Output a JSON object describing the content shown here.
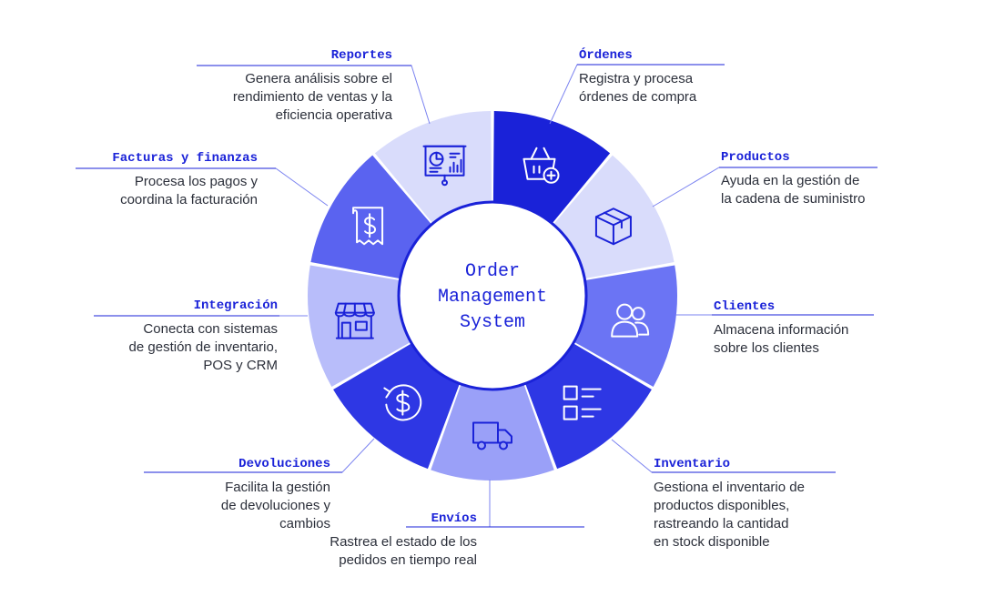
{
  "center": {
    "lines": [
      "Order",
      "Management",
      "System"
    ]
  },
  "modules": [
    {
      "id": "ordenes",
      "title": "Órdenes",
      "desc": [
        "Registra y procesa",
        "órdenes de compra"
      ],
      "color": "#1a22d8",
      "icon": "basket-add-icon"
    },
    {
      "id": "productos",
      "title": "Productos",
      "desc": [
        "Ayuda en la gestión de",
        "la cadena de suministro"
      ],
      "color": "#d9dcfb",
      "icon": "box-icon"
    },
    {
      "id": "clientes",
      "title": "Clientes",
      "desc": [
        "Almacena información",
        "sobre los clientes"
      ],
      "color": "#6b74f4",
      "icon": "users-icon"
    },
    {
      "id": "inventario",
      "title": "Inventario",
      "desc": [
        "Gestiona el inventario de",
        "productos disponibles,",
        "rastreando la cantidad",
        "en stock disponible"
      ],
      "color": "#2e37e4",
      "icon": "checklist-icon"
    },
    {
      "id": "envios",
      "title": "Envíos",
      "desc": [
        "Rastrea el estado de los",
        "pedidos en tiempo real"
      ],
      "color": "#9aa0f8",
      "icon": "truck-icon"
    },
    {
      "id": "devoluciones",
      "title": "Devoluciones",
      "desc": [
        "Facilita la gestión",
        "de devoluciones y",
        "cambios"
      ],
      "color": "#2e37e4",
      "icon": "refund-dollar-icon"
    },
    {
      "id": "integracion",
      "title": "Integración",
      "desc": [
        "Conecta con sistemas",
        "de gestión de inventario,",
        "POS y CRM"
      ],
      "color": "#b8bdfa",
      "icon": "storefront-icon"
    },
    {
      "id": "facturas",
      "title": "Facturas y finanzas",
      "desc": [
        "Procesa los pagos y",
        "coordina la facturación"
      ],
      "color": "#5a63f0",
      "icon": "receipt-dollar-icon"
    },
    {
      "id": "reportes",
      "title": "Reportes",
      "desc": [
        "Genera análisis sobre el",
        "rendimiento de ventas y la",
        "eficiencia operativa"
      ],
      "color": "#d9dcfb",
      "icon": "presentation-chart-icon"
    }
  ]
}
